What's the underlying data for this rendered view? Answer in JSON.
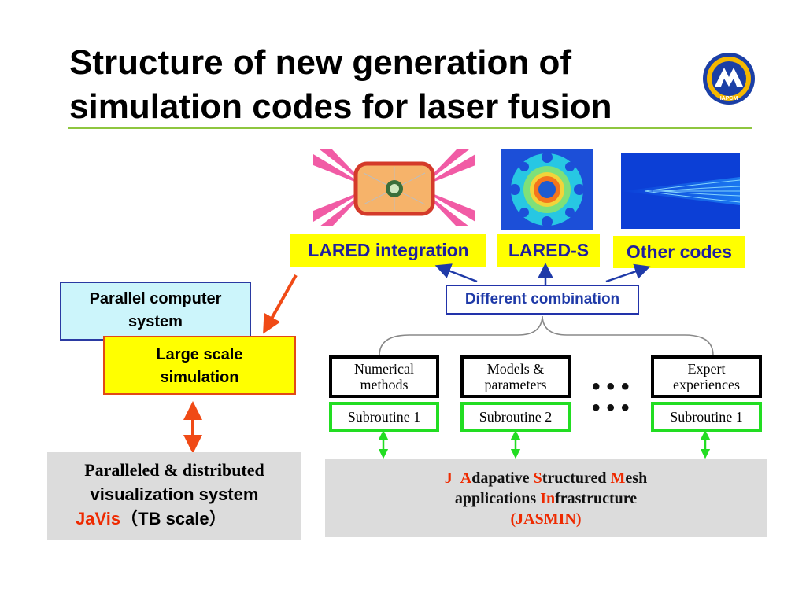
{
  "title": {
    "line1": "Structure of new generation of",
    "line2": "simulation codes for laser fusion"
  },
  "colors": {
    "title_rule": "#8ec63f",
    "highlight_yellow": "#ffff00",
    "accent_red": "#ee2a00",
    "blue_text": "#1f3aa8",
    "green_border": "#22dd22",
    "cyan_box": "#ccf5fb",
    "gray_box": "#dcdcdc"
  },
  "logo": {
    "icon": "iapcm-logo-icon",
    "text": "IAPCM"
  },
  "codes": {
    "lared_integration": "LARED integration",
    "lared_s": "LARED-S",
    "other_codes": "Other codes"
  },
  "different_combination": "Different combination",
  "modules": [
    {
      "top_line1": "Numerical",
      "top_line2": "methods",
      "bottom": "Subroutine 1"
    },
    {
      "top_line1": "Models &",
      "top_line2": "parameters",
      "bottom": "Subroutine 2"
    },
    {
      "top_line1": "Expert",
      "top_line2": "experiences",
      "bottom": "Subroutine 1"
    }
  ],
  "dots": "•••",
  "jasmin": {
    "j": "J",
    "a": "A",
    "a_rest": "dapative ",
    "s": "S",
    "s_rest": "tructured ",
    "m": "M",
    "m_rest": "esh",
    "line2_pre": "applications ",
    "in": "In",
    "line2_rest": "frastructure",
    "line3": "(JASMIN)"
  },
  "parallel_computer": {
    "line1": "Parallel computer",
    "line2": "system"
  },
  "large_scale": {
    "line1": "Large scale",
    "line2": "simulation"
  },
  "visualization": {
    "line1": "Paralleled & distributed",
    "line2": "visualization system",
    "javis": "JaVis",
    "paren_open": "（",
    "tb": "TB scale",
    "paren_close": "）"
  }
}
